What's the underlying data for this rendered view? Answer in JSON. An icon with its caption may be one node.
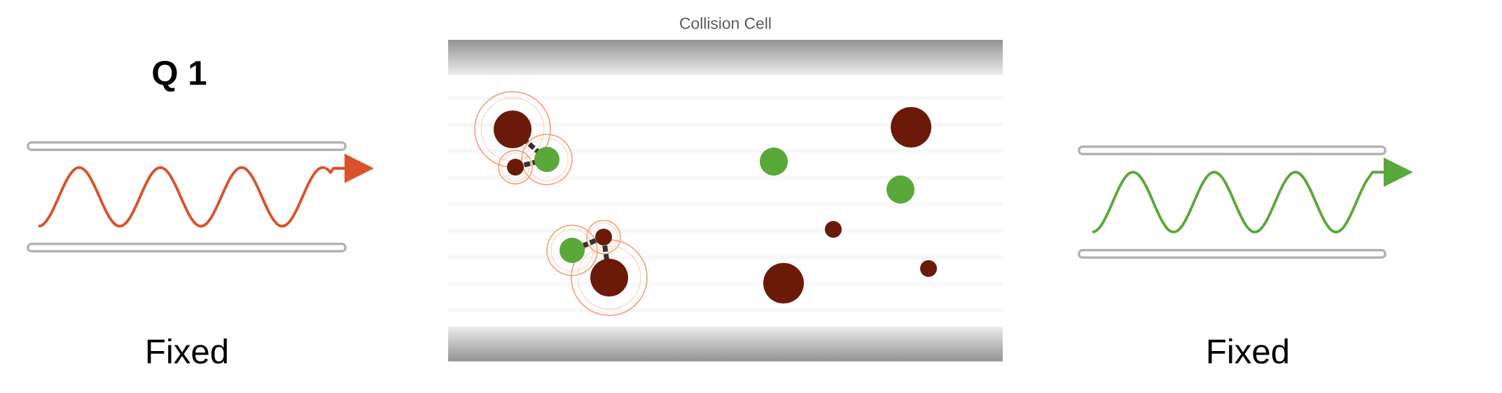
{
  "diagram": {
    "nodes": [
      {
        "text": [
          "Q 1"
        ],
        "beside": [
          "Fixed"
        ]
      },
      {
        "text": [
          "Collision Cell"
        ]
      },
      {
        "text": [],
        "shape": "picture",
        "beside": [
          "Fixed"
        ]
      }
    ]
  }
}
